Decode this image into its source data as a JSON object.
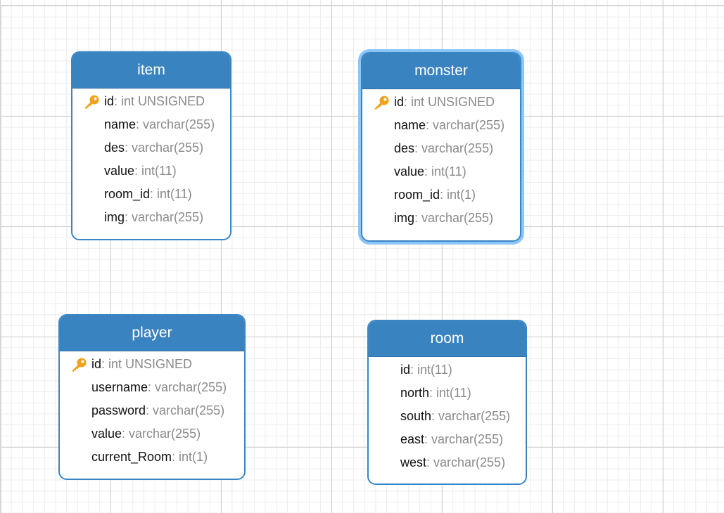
{
  "colors": {
    "header": "#3a83c1",
    "border": "#3a86c4",
    "selection": "#8cc6f7",
    "key": "#f0a21a",
    "type_text": "#8a8a8a"
  },
  "tables": {
    "item": {
      "name": "item",
      "fields": [
        {
          "name": "id",
          "type": ": int UNSIGNED",
          "primary_key": true
        },
        {
          "name": "name",
          "type": ": varchar(255)"
        },
        {
          "name": "des",
          "type": ": varchar(255)"
        },
        {
          "name": "value",
          "type": ": int(11)"
        },
        {
          "name": "room_id",
          "type": ": int(11)"
        },
        {
          "name": "img",
          "type": ": varchar(255)"
        }
      ]
    },
    "monster": {
      "name": "monster",
      "selected": true,
      "fields": [
        {
          "name": "id",
          "type": ": int UNSIGNED",
          "primary_key": true
        },
        {
          "name": "name",
          "type": ": varchar(255)"
        },
        {
          "name": "des",
          "type": ": varchar(255)"
        },
        {
          "name": "value",
          "type": ": int(11)"
        },
        {
          "name": "room_id",
          "type": ": int(1)"
        },
        {
          "name": "img",
          "type": ": varchar(255)"
        }
      ]
    },
    "player": {
      "name": "player",
      "fields": [
        {
          "name": "id",
          "type": ": int UNSIGNED",
          "primary_key": true
        },
        {
          "name": "username",
          "type": ": varchar(255)"
        },
        {
          "name": "password",
          "type": ": varchar(255)"
        },
        {
          "name": "value",
          "type": ": varchar(255)"
        },
        {
          "name": "current_Room",
          "type": ": int(1)"
        }
      ]
    },
    "room": {
      "name": "room",
      "fields": [
        {
          "name": "id",
          "type": ": int(11)"
        },
        {
          "name": "north",
          "type": ": int(11)"
        },
        {
          "name": "south",
          "type": ": varchar(255)"
        },
        {
          "name": "east",
          "type": ": varchar(255)"
        },
        {
          "name": "west",
          "type": ": varchar(255)"
        }
      ]
    }
  }
}
